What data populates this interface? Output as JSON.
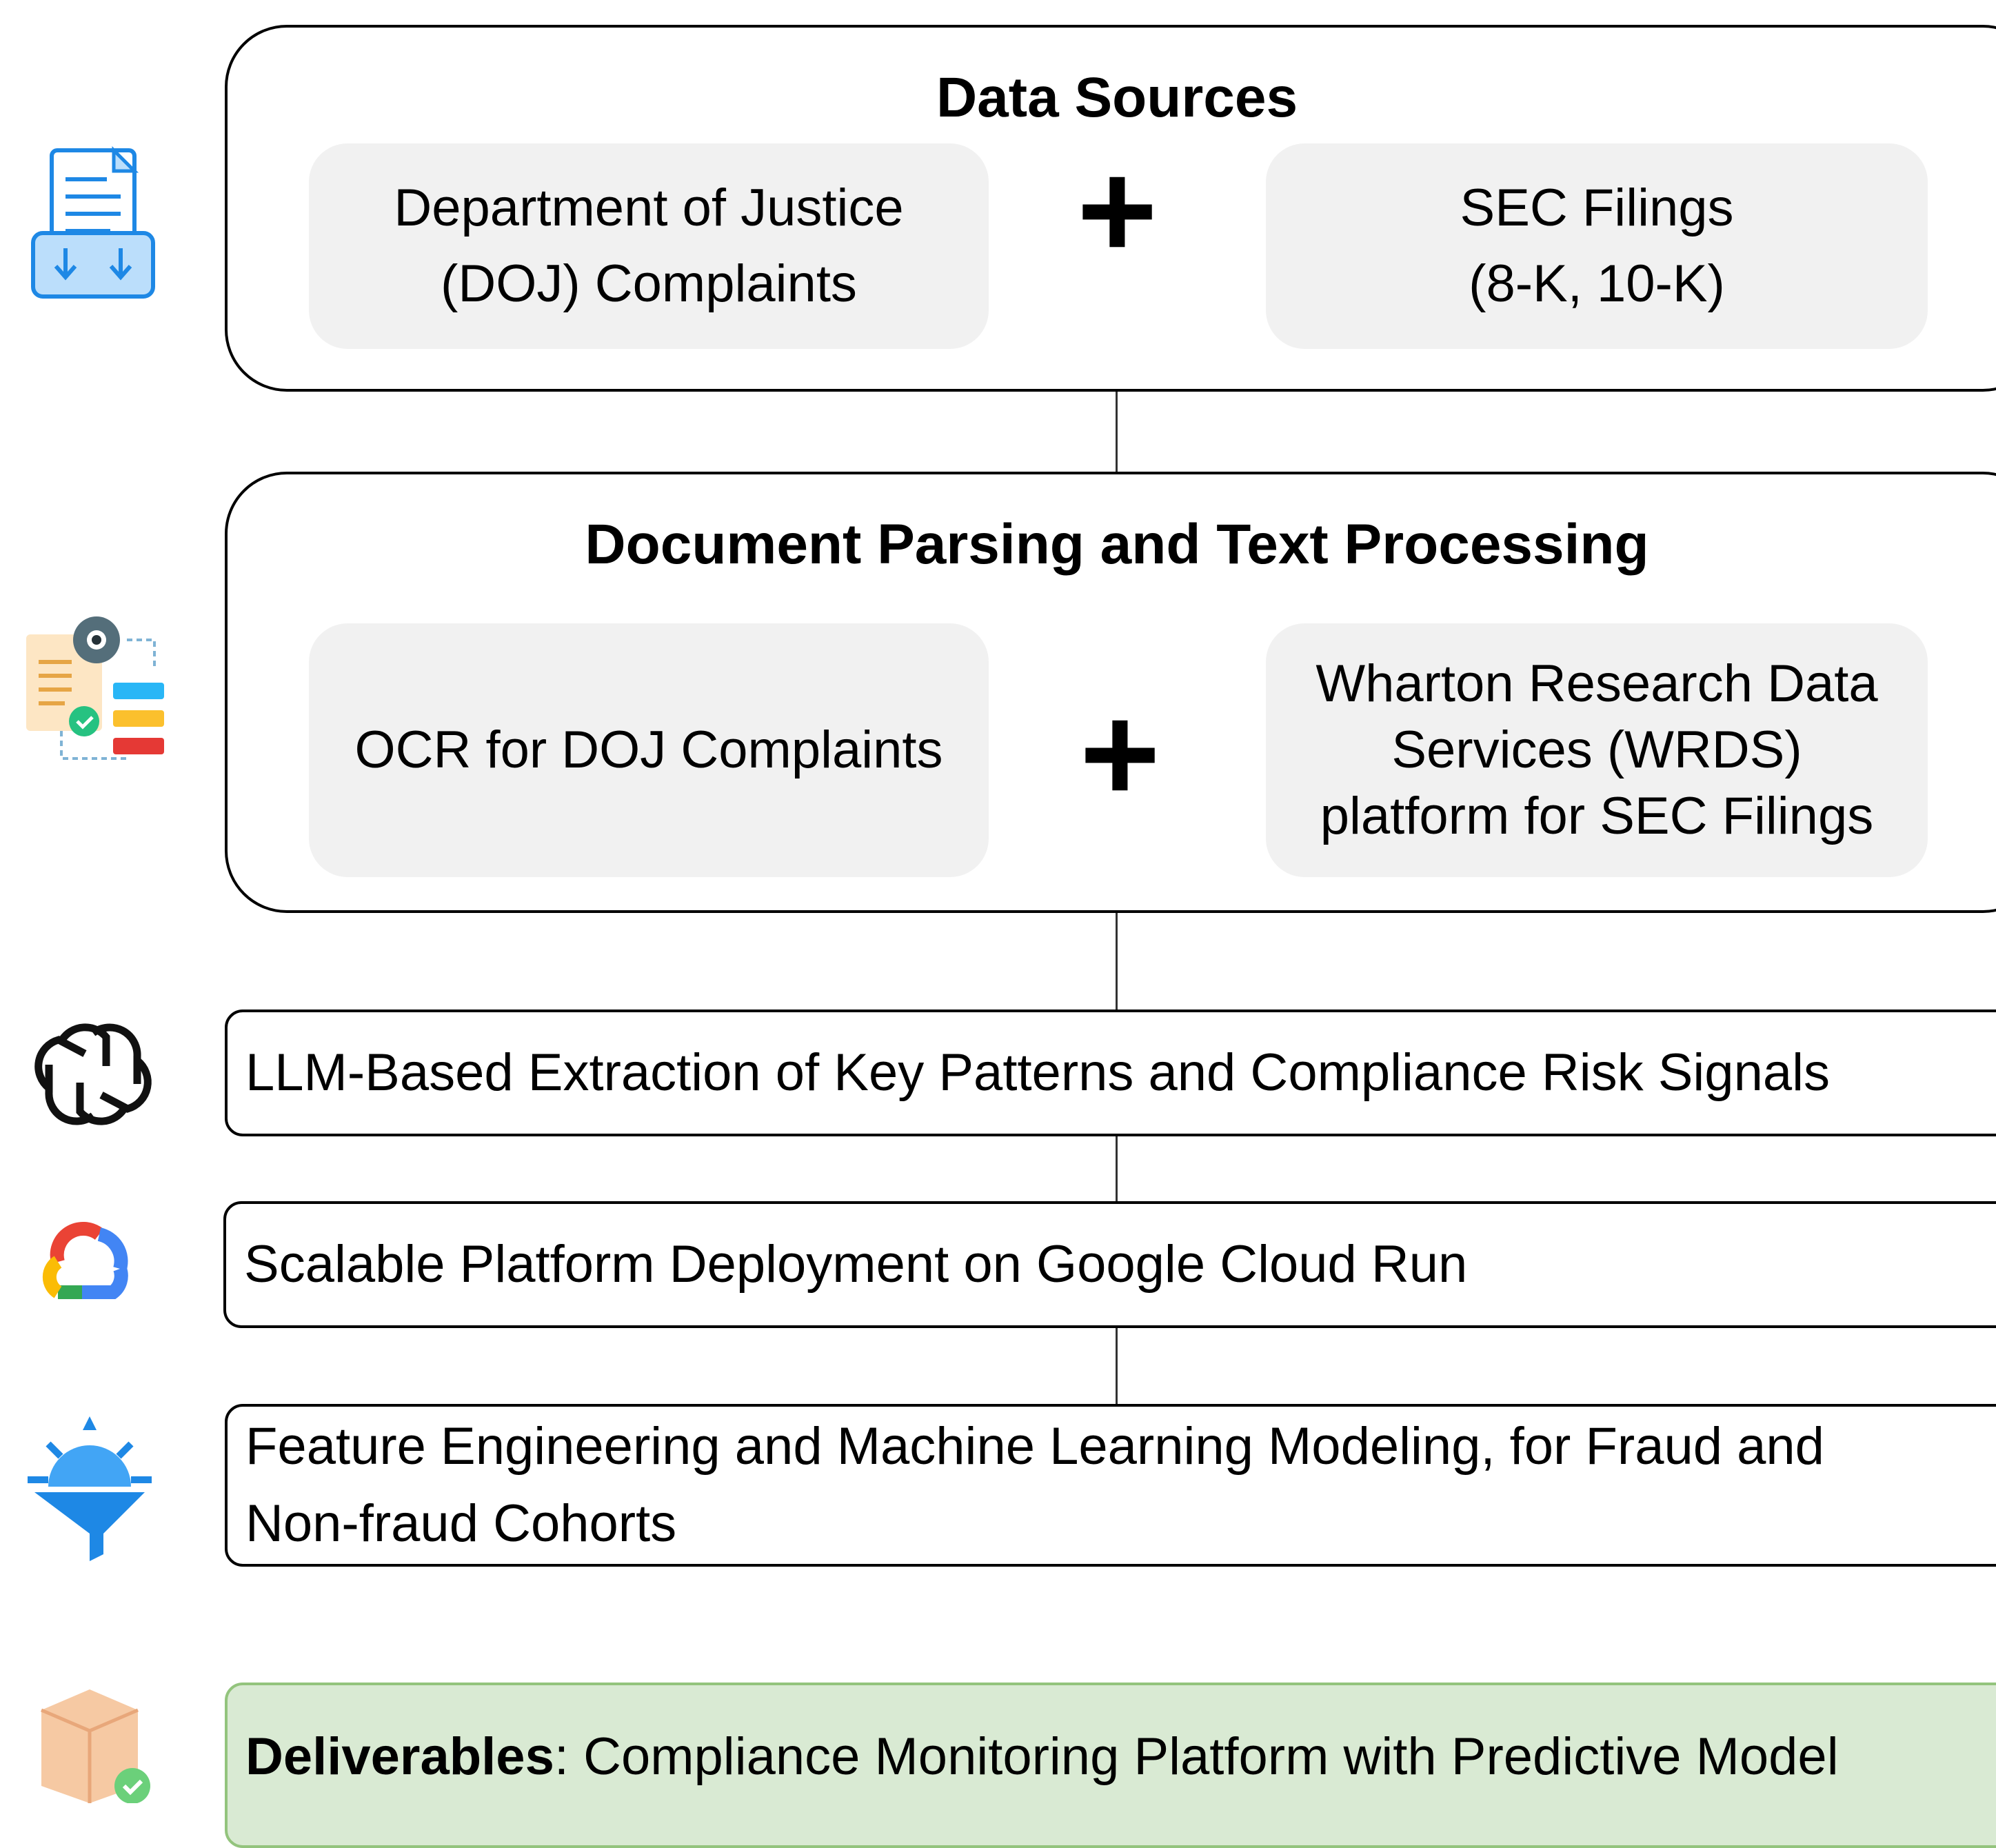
{
  "data_sources": {
    "title": "Data Sources",
    "left": [
      "Department of Justice",
      "(DOJ) Complaints"
    ],
    "right": [
      "SEC Filings",
      "(8-K, 10-K)"
    ],
    "plus": "+"
  },
  "parsing": {
    "title": "Document Parsing and Text Processing",
    "left": [
      "OCR for DOJ Complaints"
    ],
    "right": [
      "Wharton Research Data",
      "Services (WRDS)",
      "platform for SEC Filings"
    ],
    "plus": "+"
  },
  "llm": {
    "text": "LLM-Based Extraction of Key Patterns and Compliance Risk Signals"
  },
  "cloud": {
    "text": "Scalable Platform Deployment on Google Cloud Run"
  },
  "ml": {
    "lines": [
      "Feature Engineering and Machine Learning Modeling, for Fraud and",
      "Non-fraud Cohorts"
    ]
  },
  "deliverables": {
    "label": "Deliverables",
    "text": ": Compliance Monitoring Platform with Predictive Model",
    "bg": "#d9ead3",
    "border": "#93c47d"
  },
  "icons": [
    "folder-download-icon",
    "document-process-icon",
    "openai-icon",
    "google-cloud-icon",
    "funnel-icon",
    "package-check-icon"
  ]
}
